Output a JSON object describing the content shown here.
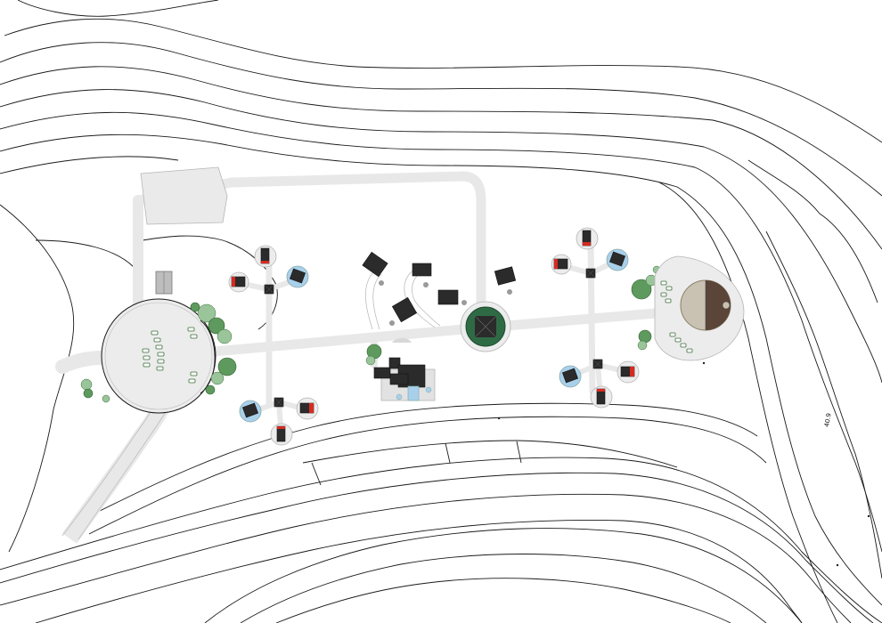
{
  "map": {
    "colors": {
      "background": "#ffffff",
      "contour": "#1a1a1a",
      "path": "#e8e8e8",
      "path_edge": "#bdbdbd",
      "roof": "#2b2b2b",
      "accent_red": "#d62a20",
      "pool_blue": "#a9d0ea",
      "tree_green": "#5e9a5e",
      "central_pavilion_green": "#2e6b45",
      "dome_brown": "#5a4538",
      "dome_stone": "#c9c2b2"
    },
    "labels": {
      "elevation": "40.9"
    },
    "features": [
      "contour-lines",
      "access-road",
      "parking-circle",
      "main-axis-path",
      "cabin-clusters",
      "central-pavilion",
      "main-lodge",
      "dome-plaza",
      "trees"
    ]
  }
}
